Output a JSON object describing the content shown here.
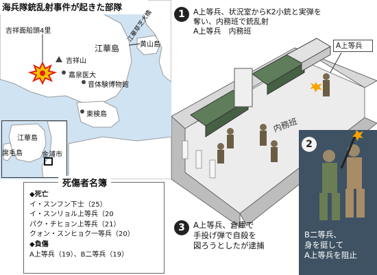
{
  "map": {
    "title": "海兵隊銃乱射事件が起きた部隊",
    "labels": {
      "base": "吉祥面船頭4里",
      "kissho_mountain": "吉祥山",
      "ganghwa_island": "江華島",
      "hwangsan_island": "黄山島",
      "gacheon_university": "嘉泉医大",
      "museum": "音体験博物館",
      "donggeom_island": "東検島",
      "strait": "江華草芝大橋",
      "inset_ganghwa": "江華島",
      "inset_seokmo": "席毛島",
      "inset_gimpo": "金浦市"
    }
  },
  "casualties": {
    "title": "死傷者名簿",
    "dead_heading": "◆死亡",
    "dead": [
      "イ・スンフン下士（25）",
      "イ・スンリョル上等兵（20",
      "パク・チヒョン上等兵（21）",
      "クォン・スンヒョク一等兵（20）"
    ],
    "injured_heading": "◆負傷",
    "injured": "A上等兵（19）、B二等兵（19）"
  },
  "scene": {
    "step1": {
      "number": "1",
      "lines": [
        "A上等兵、状況室からK2小銃と実弾を",
        "奪い、内務班で銃乱射",
        "A上等兵　内務班"
      ]
    },
    "callout_a": "A上等兵",
    "room_label": "内務班",
    "step2": {
      "number": "2",
      "lines": [
        "B二等兵、",
        "身を挺して",
        "A上等兵を阻止"
      ]
    },
    "step3": {
      "number": "3",
      "lines": [
        "A上等兵、倉庫で",
        "手投げ弾で自殺を",
        "図ろうとしたが逮捕"
      ]
    }
  }
}
